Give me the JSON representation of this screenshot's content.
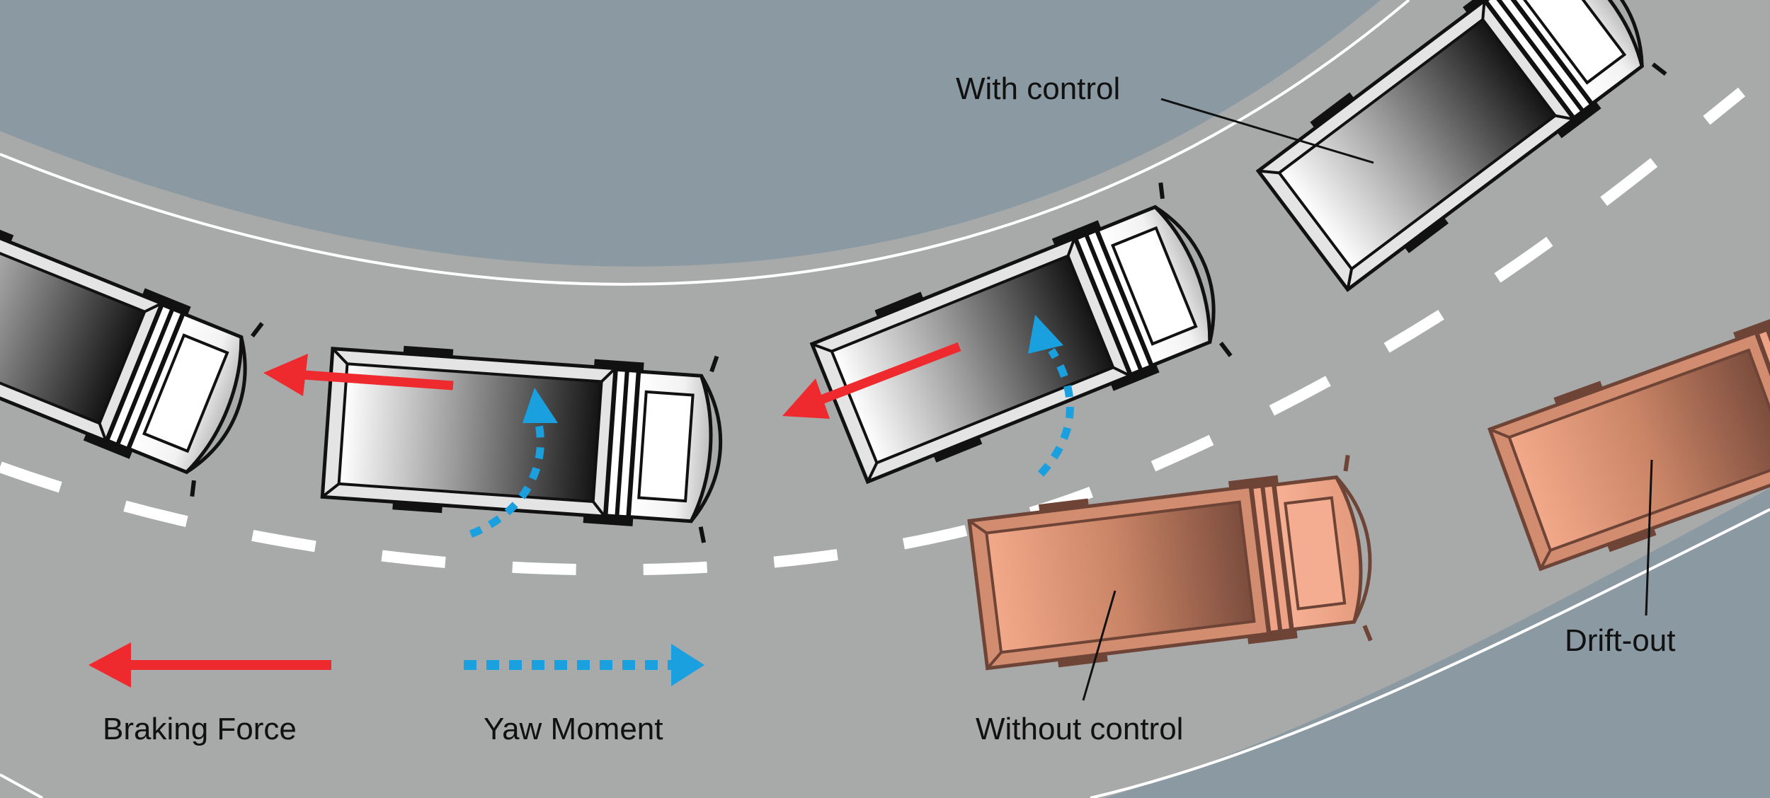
{
  "labels": {
    "with_control": "With control",
    "without_control": "Without control",
    "drift_out": "Drift-out"
  },
  "legend": {
    "braking_force": "Braking Force",
    "yaw_moment": "Yaw Moment"
  },
  "colors": {
    "surround": "#8a99a2",
    "road": "#a8a9a9",
    "road_edge_line": "#ffffff",
    "lane_dash": "#ffffff",
    "braking_arrow": "#ee2a2e",
    "yaw_arrow": "#1aa0de",
    "truck_controlled": "#ffffff",
    "truck_uncontrolled": "#e49a7c",
    "outline": "#111111"
  }
}
